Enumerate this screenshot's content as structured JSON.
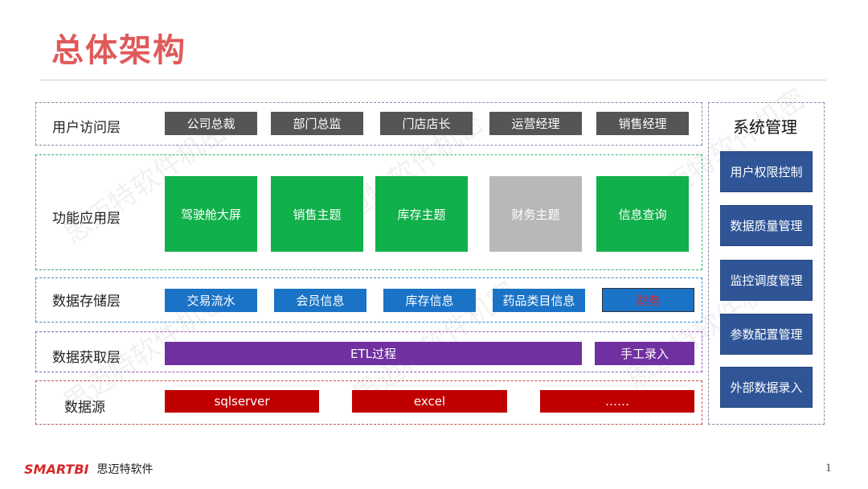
{
  "title": "总体架构",
  "watermark": "思迈特软件机密",
  "layers": {
    "user_access": {
      "label": "用户访问层",
      "items": [
        "公司总裁",
        "部门总监",
        "门店店长",
        "运营经理",
        "销售经理"
      ]
    },
    "function_app": {
      "label": "功能应用层",
      "items": [
        "驾驶舱大屏",
        "销售主题",
        "库存主题",
        "财务主题",
        "信息查询"
      ]
    },
    "data_storage": {
      "label": "数据存储层",
      "items": [
        "交易流水",
        "会员信息",
        "库存信息",
        "药品类目信息",
        "财务"
      ]
    },
    "data_acquisition": {
      "label": "数据获取层",
      "items": [
        "ETL过程",
        "手工录入"
      ]
    },
    "data_source": {
      "label": "数据源",
      "items": [
        "sqlserver",
        "excel",
        "……"
      ]
    }
  },
  "system_management": {
    "title": "系统管理",
    "items": [
      "用户权限控制",
      "数据质量管理",
      "监控调度管理",
      "参数配置管理",
      "外部数据录入"
    ]
  },
  "footer": {
    "brand": "SMARTBI",
    "company": "思迈特软件",
    "page_number": "1"
  },
  "colors": {
    "title": "#e05a5a",
    "user_access_box": "#555555",
    "function_box": "#10b04a",
    "function_box_disabled": "#b8b8b8",
    "storage_box": "#1a73c7",
    "acquisition_box": "#7030a0",
    "source_box": "#c00000",
    "system_box": "#2f5597"
  }
}
